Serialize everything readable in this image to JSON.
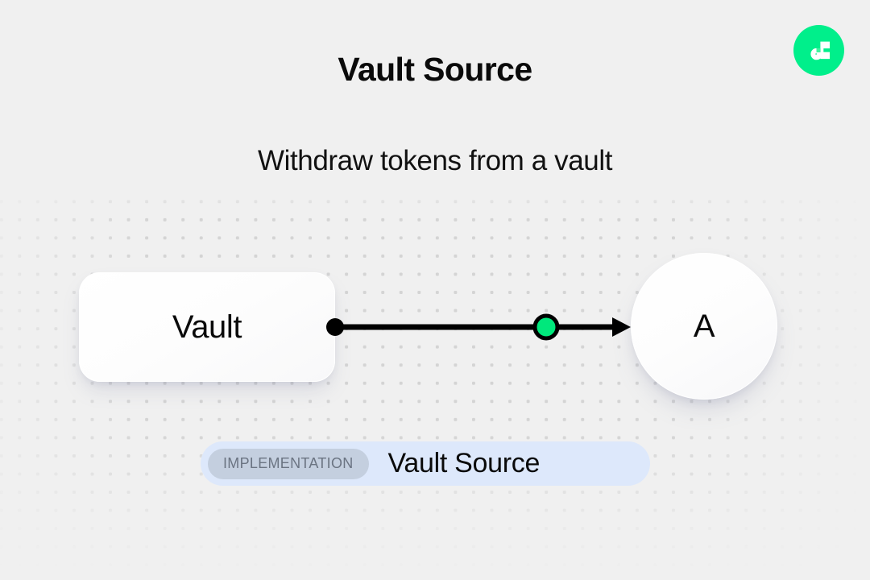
{
  "header": {
    "title": "Vault Source",
    "subtitle": "Withdraw tokens from a vault"
  },
  "brand": {
    "logo_icon": "flow-logo-icon",
    "logo_color": "#00ef8b",
    "logo_glyph_color": "#ffffff"
  },
  "diagram": {
    "type": "flow-diagram",
    "background": "#f0f0f0",
    "grid_dot_color": "#d4d4d4",
    "nodes": [
      {
        "id": "vault",
        "shape": "rounded-rect",
        "label": "Vault"
      },
      {
        "id": "a",
        "shape": "circle",
        "label": "A"
      }
    ],
    "connectors": [
      {
        "id": "vault-to-a",
        "from": "vault",
        "to": "a",
        "source_handle_color": "#000000",
        "line_color": "#000000",
        "arrow_color": "#000000",
        "midpoint_marker": {
          "name": "vault-source-marker",
          "fill": "#00e87c",
          "stroke": "#000000"
        }
      }
    ]
  },
  "badge": {
    "kind_label": "IMPLEMENTATION",
    "name": "Vault Source",
    "container_color": "#dde8fb",
    "pill_color": "#c4cfdf",
    "pill_text_color": "#6b7482"
  }
}
